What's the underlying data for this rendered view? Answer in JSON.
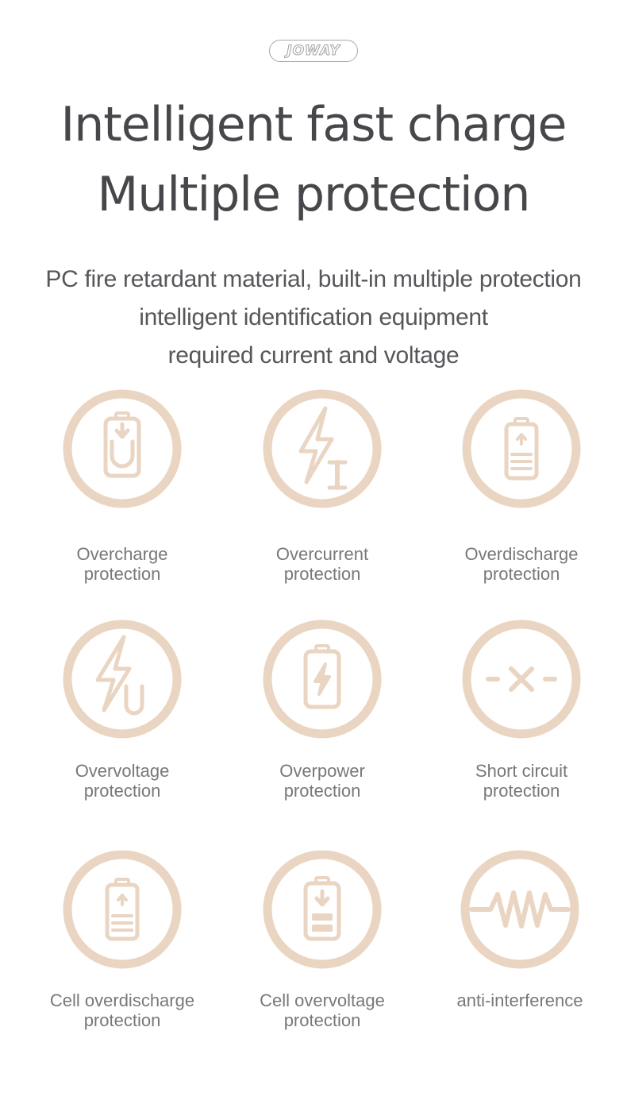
{
  "brand": {
    "logo_text": "JOWAY"
  },
  "headline": {
    "line1": "Intelligent fast charge",
    "line2": "Multiple protection"
  },
  "subtitle": {
    "line1": "PC fire retardant material, built-in multiple protection",
    "line2": "intelligent identification equipment",
    "line3": "required current and voltage"
  },
  "colors": {
    "accent": "#e9d5c1",
    "heading": "#47474b",
    "label": "#78787c"
  },
  "features": [
    {
      "icon": "battery-charge-u-icon",
      "line1": "Overcharge",
      "line2": "protection"
    },
    {
      "icon": "lightning-i-icon",
      "line1": "Overcurrent",
      "line2": "protection"
    },
    {
      "icon": "battery-up-arrow-icon",
      "line1": "Overdischarge",
      "line2": "protection"
    },
    {
      "icon": "lightning-u-icon",
      "line1": "Overvoltage",
      "line2": "protection"
    },
    {
      "icon": "battery-lightning-icon",
      "line1": "Overpower",
      "line2": "protection"
    },
    {
      "icon": "short-circuit-icon",
      "line1": "Short circuit",
      "line2": "protection"
    },
    {
      "icon": "battery-up-arrow-icon",
      "line1": "Cell overdischarge",
      "line2": "protection"
    },
    {
      "icon": "battery-down-arrow-icon",
      "line1": "Cell overvoltage",
      "line2": "protection"
    },
    {
      "icon": "waveform-icon",
      "line1": "anti-interference",
      "line2": ""
    }
  ]
}
